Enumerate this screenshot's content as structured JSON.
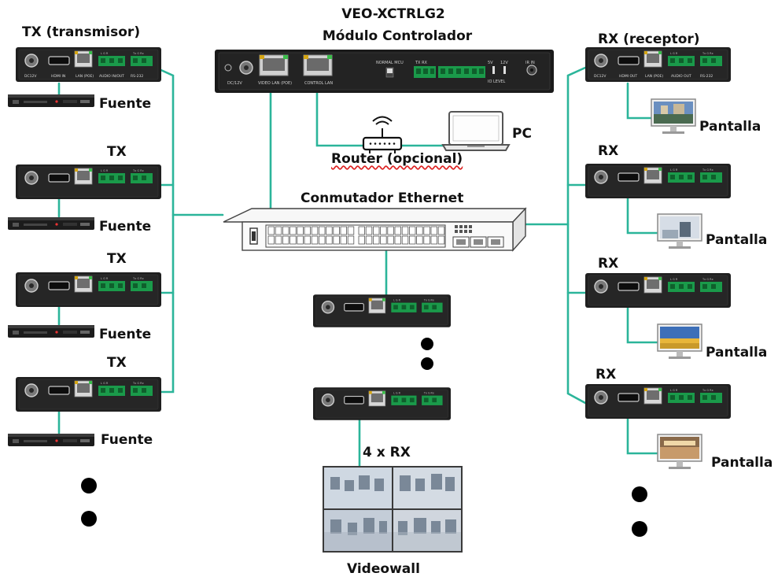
{
  "controller": {
    "model": "VEO-XCTRLG2",
    "name": "Módulo Controlador",
    "ports": {
      "power": "DC/12V",
      "video_lan": "VIDEO LAN (POE)",
      "control_lan": "CONTROL LAN",
      "normal_mcu": "NORMAL  MCU",
      "tx_rx": "TX  RX",
      "io_level": "IO LEVEL",
      "voltage_5v": "5V",
      "voltage_12v": "12V",
      "ir_in": "IR IN"
    }
  },
  "labels": {
    "tx_transmitter": "TX (transmisor)",
    "tx": "TX",
    "source": "Fuente",
    "rx_receiver": "RX (receptor)",
    "rx": "RX",
    "display": "Pantalla",
    "router": "Router (opcional)",
    "pc": "PC",
    "switch": "Conmutador Ethernet",
    "four_rx": "4 x RX",
    "videowall": "Videowall"
  },
  "tx_ports": {
    "dc": "DC12V",
    "hdmi": "HDMI IN",
    "lan": "LAN (POE)",
    "audio": "AUDIO IN/OUT",
    "rs232": "RS-232"
  },
  "rx_ports": {
    "dc": "DC12V",
    "hdmi": "HDMI OUT",
    "lan": "LAN (POE)",
    "audio": "AUDIO OUT",
    "rs232": "RS-232"
  },
  "colors": {
    "cable": "#2bb59a",
    "device_body": "#1f1f1f",
    "terminal_green": "#1a9a4a",
    "text": "#111111"
  }
}
